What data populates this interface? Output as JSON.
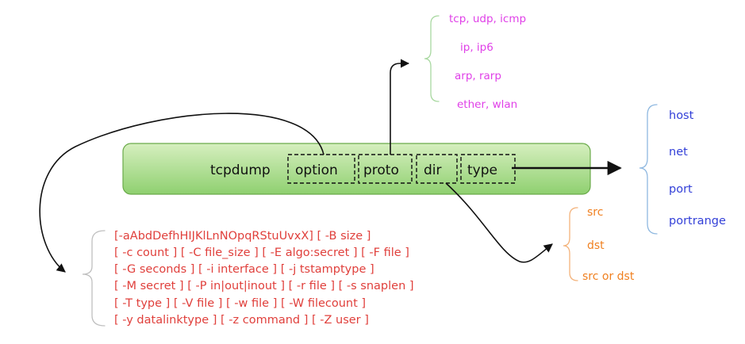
{
  "command": {
    "name": "tcpdump",
    "slots": [
      "option",
      "proto",
      "dir",
      "type"
    ]
  },
  "proto_values": [
    "tcp, udp, icmp",
    "ip, ip6",
    "arp, rarp",
    "ether, wlan"
  ],
  "type_values": [
    "host",
    "net",
    "port",
    "portrange"
  ],
  "dir_values": [
    "src",
    "dst",
    "src or dst"
  ],
  "option_lines": [
    "[-aAbdDefhHIJKlLnNOpqRStuUvxX] [ -B size ]",
    "[ -c count ] [ -C file_size ] [ -E algo:secret ] [ -F file ]",
    "[ -G seconds ] [ -i interface ] [ -j tstamptype ]",
    "[ -M secret ] [ -P in|out|inout ] [ -r file ] [ -s snaplen ]",
    "[ -T type ] [ -V file ] [ -w file ] [ -W filecount ]",
    "[ -y datalinktype ] [ -z command ] [ -Z user ]"
  ],
  "colors": {
    "bar_top": "#d6efbf",
    "bar_bottom": "#8fd070",
    "bar_border": "#6aaa4a",
    "proto": "#e040e8",
    "type": "#3340d8",
    "dir": "#f08020",
    "option": "#e0403c",
    "brace_type": "#8fb8e0",
    "brace_dir": "#f3b27a",
    "brace_proto": "#a8d8a0",
    "brace_option": "#bfbfbf"
  }
}
